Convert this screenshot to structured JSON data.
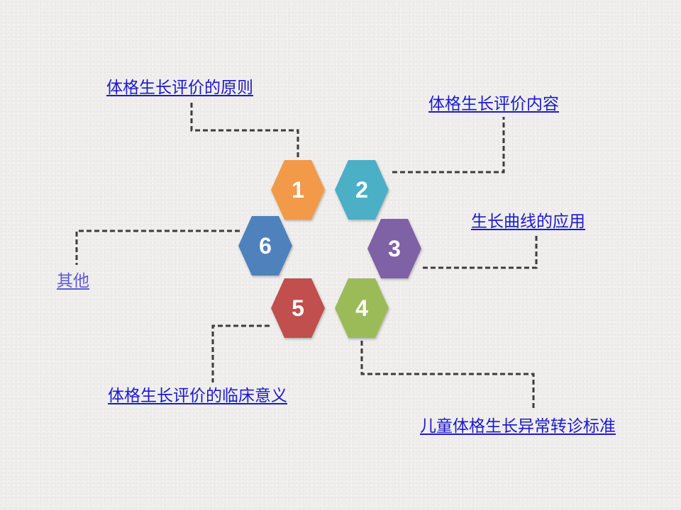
{
  "items": [
    {
      "number": "1",
      "label": "体格生长评价的原则",
      "color": "#f29a48"
    },
    {
      "number": "2",
      "label": "体格生长评价内容",
      "color": "#4bafc6"
    },
    {
      "number": "3",
      "label": "生长曲线的应用",
      "color": "#7e62a5"
    },
    {
      "number": "4",
      "label": "儿童体格生长异常转诊标准",
      "color": "#9bbb59"
    },
    {
      "number": "5",
      "label": "体格生长评价的临床意义",
      "color": "#c0504d"
    },
    {
      "number": "6",
      "label": "其他",
      "color": "#4f81bd"
    }
  ]
}
